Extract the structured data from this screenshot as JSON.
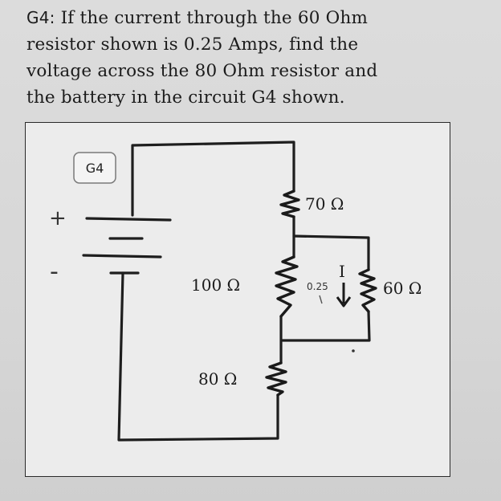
{
  "problem": {
    "id": "G4:",
    "lines": [
      "If the current through the 60 Ohm",
      "resistor shown is 0.25 Amps, find the",
      "voltage across the 80 Ohm resistor and",
      "the battery in the circuit G4 shown."
    ]
  },
  "diagram": {
    "tag": "G4",
    "battery": {
      "plus": "+",
      "minus": "-"
    },
    "resistors": {
      "r70": "70 Ω",
      "r100": "100 Ω",
      "r60": "60 Ω",
      "r80": "80 Ω"
    },
    "current": {
      "symbol": "I",
      "value": "0.25"
    }
  }
}
